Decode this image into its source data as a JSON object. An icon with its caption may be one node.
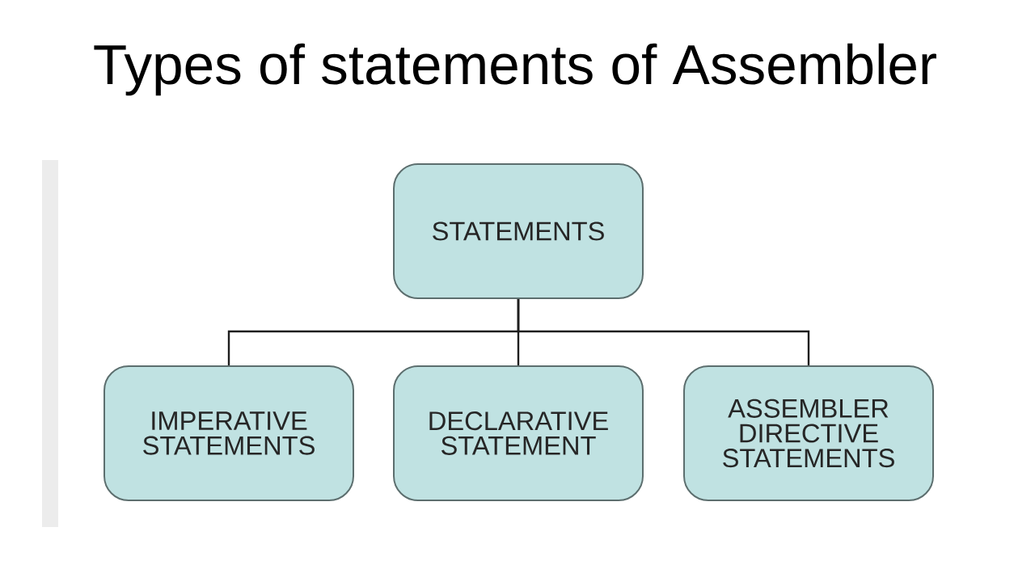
{
  "diagram": {
    "title": "Types of statements of Assembler",
    "nodes": [
      {
        "text": [
          "STATEMENTS"
        ]
      },
      {
        "text": [
          "IMPERATIVE STATEMENTS"
        ]
      },
      {
        "text": [
          "DECLARATIVE STATEMENT"
        ]
      },
      {
        "text": [
          "ASSEMBLER DIRECTIVE STATEMENTS"
        ]
      },
      {
        "text": [],
        "shape": "bar"
      }
    ],
    "edges": [
      {
        "from": 0,
        "to": 1,
        "arrow": "none"
      },
      {
        "from": 0,
        "to": 2,
        "arrow": "none"
      },
      {
        "from": 0,
        "to": 3,
        "arrow": "none"
      }
    ]
  }
}
